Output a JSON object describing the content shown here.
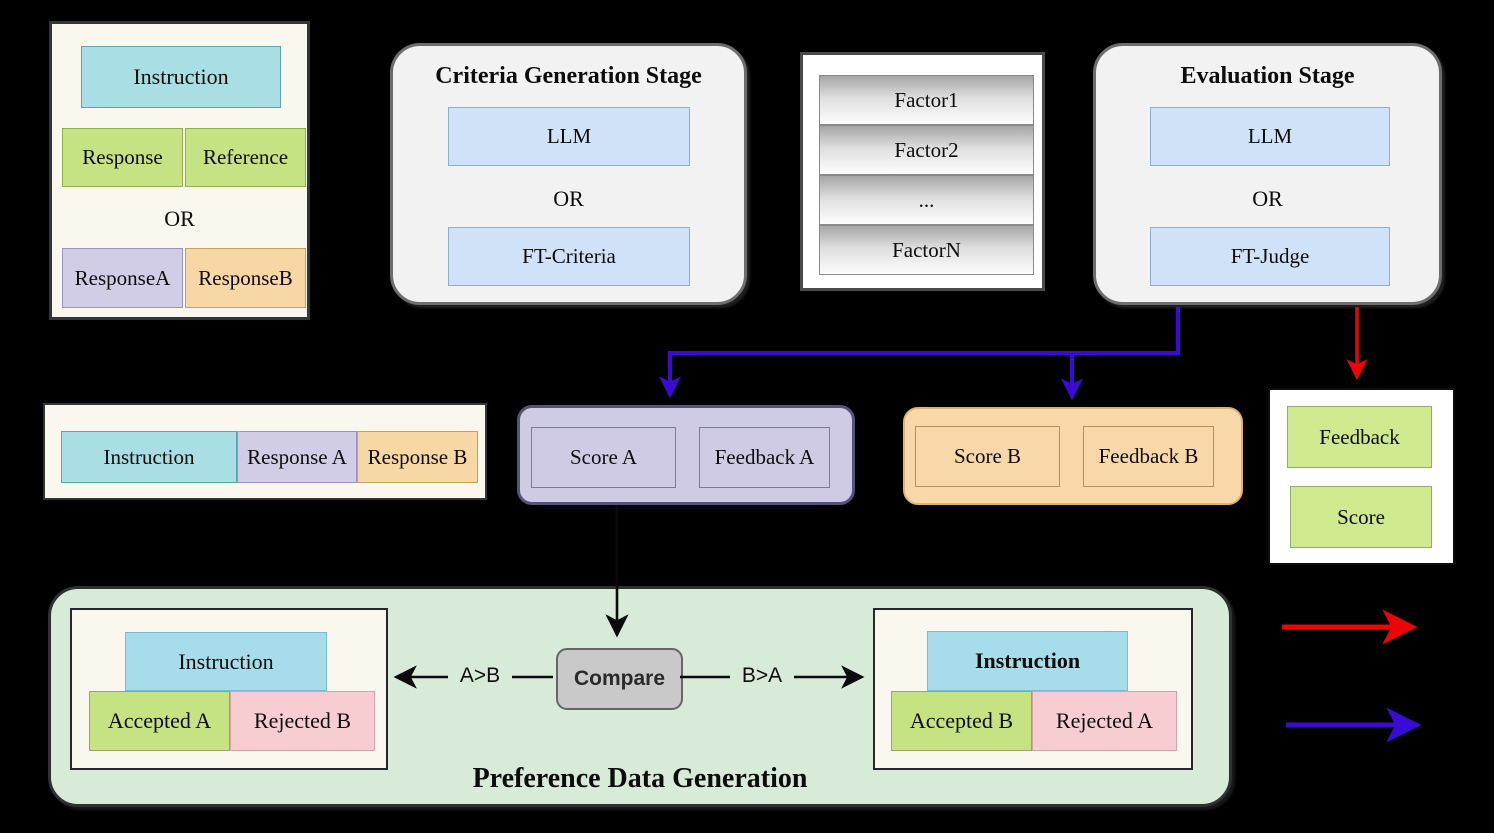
{
  "colors": {
    "background": "#000000",
    "cyan_cell": "#a9dee4",
    "green_cell": "#c5e383",
    "light_green_cell": "#cfe98e",
    "lavender_cell": "#d1cde7",
    "orange_cell": "#f7d7a3",
    "blue_cell": "#cfe2f8",
    "pink_cell": "#f8cdd2",
    "stage_bg": "#f2f2f2",
    "cream_bg": "#faf7ee",
    "purple_panel": "#cfcbe5",
    "orange_panel": "#f8d8a9",
    "preference_bg": "#d8ebd9",
    "compare_bg": "#c9c9c9",
    "arrow_black": "#0a0a0a",
    "arrow_blue": "#3a0bd6",
    "arrow_red": "#ee0404"
  },
  "input_box": {
    "instruction": "Instruction",
    "response": "Response",
    "reference": "Reference",
    "or": "OR",
    "response_a": "ResponseA",
    "response_b": "ResponseB"
  },
  "criteria_stage": {
    "title": "Criteria Generation Stage",
    "llm": "LLM",
    "or": "OR",
    "ft_model": "FT-Criteria"
  },
  "factors": {
    "items": [
      "Factor1",
      "Factor2",
      "...",
      "FactorN"
    ]
  },
  "evaluation_stage": {
    "title": "Evaluation Stage",
    "llm": "LLM",
    "or": "OR",
    "ft_model": "FT-Judge"
  },
  "pair_input": {
    "instruction": "Instruction",
    "response_a": "Response A",
    "response_b": "Response B"
  },
  "result_a": {
    "score": "Score A",
    "feedback": "Feedback A"
  },
  "result_b": {
    "score": "Score B",
    "feedback": "Feedback B"
  },
  "single_result": {
    "feedback": "Feedback",
    "score": "Score"
  },
  "preference": {
    "title": "Preference Data Generation",
    "compare": "Compare",
    "a_gt_b": "A>B",
    "b_gt_a": "B>A",
    "left": {
      "instruction": "Instruction",
      "accepted": "Accepted A",
      "rejected": "Rejected B"
    },
    "right": {
      "instruction": "Instruction",
      "accepted": "Accepted B",
      "rejected": "Rejected A"
    }
  }
}
